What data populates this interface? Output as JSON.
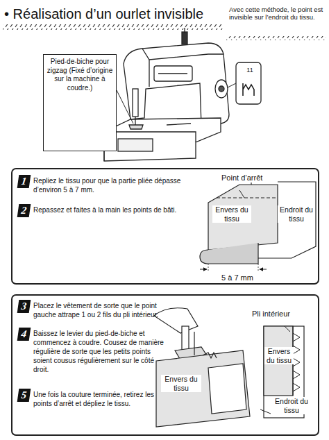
{
  "diagram": {
    "title": "• Réalisation d’un ourlet invisible",
    "nodes": [
      {
        "text": [
          "Pied-de-biche pour zigzag (Fixé d’origine sur la machine à coudre.)"
        ]
      },
      {
        "text": [
          "Repliez le tissu pour que la partie pliée dépasse d’environ 5 à 7 mm.",
          "Repassez et faites à la main les points de bâti."
        ]
      },
      {
        "text": [
          "1"
        ],
        "in": 1
      },
      {
        "text": [
          "2"
        ],
        "in": 1
      },
      {
        "text": [
          "Placez le vêtement de sorte que le point gauche attrape 1 ou 2 fils du pli intérieur.",
          "Baissez le levier du pied-de-biche et commencez à coudre. Cousez de manière régulière de sorte que les petits points soient cousus régulièrement sur le côté droit.",
          "Une fois la couture terminée, retirez les points d’arrêt et dépliez le tissu."
        ]
      },
      {
        "text": [
          "3"
        ],
        "in": 4
      },
      {
        "text": [
          "4"
        ],
        "in": 4
      },
      {
        "text": [
          "5"
        ],
        "in": 4
      }
    ],
    "labels": [
      "Avec cette méthode, le point est invisible sur l’endroit du tissu.",
      "11",
      "Point d’arrêt",
      "Envers du tissu",
      "Endroit du tissu",
      "5 à 7 mm",
      "Pli intérieur",
      "Envers du tissu",
      "Endroit du tissu",
      "Envers du tissu"
    ]
  }
}
